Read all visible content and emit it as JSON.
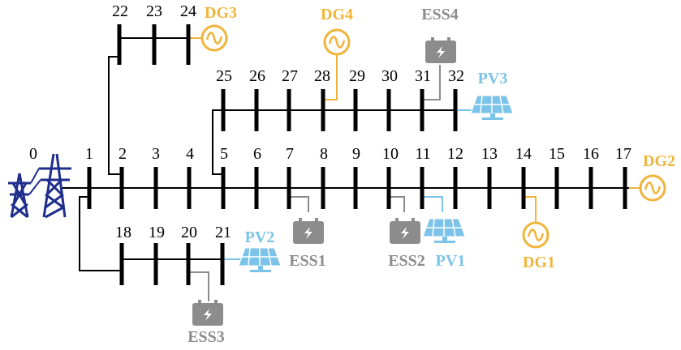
{
  "colors": {
    "line": "#000000",
    "dg": "#F0B43A",
    "pv": "#7CC3EA",
    "ess": "#8C8C8C",
    "grid": "#1F2E8C"
  },
  "nodes": {
    "n0": "0",
    "n1": "1",
    "n2": "2",
    "n3": "3",
    "n4": "4",
    "n5": "5",
    "n6": "6",
    "n7": "7",
    "n8": "8",
    "n9": "9",
    "n10": "10",
    "n11": "11",
    "n12": "12",
    "n13": "13",
    "n14": "14",
    "n15": "15",
    "n16": "16",
    "n17": "17",
    "n18": "18",
    "n19": "19",
    "n20": "20",
    "n21": "21",
    "n22": "22",
    "n23": "23",
    "n24": "24",
    "n25": "25",
    "n26": "26",
    "n27": "27",
    "n28": "28",
    "n29": "29",
    "n30": "30",
    "n31": "31",
    "n32": "32"
  },
  "devices": {
    "dg1": "DG1",
    "dg2": "DG2",
    "dg3": "DG3",
    "dg4": "DG4",
    "pv1": "PV1",
    "pv2": "PV2",
    "pv3": "PV3",
    "ess1": "ESS1",
    "ess2": "ESS2",
    "ess3": "ESS3",
    "ess4": "ESS4"
  },
  "icons": {
    "grid": "transmission-tower-icon",
    "dg": "generator-icon",
    "pv": "solar-panel-icon",
    "ess": "battery-icon"
  }
}
